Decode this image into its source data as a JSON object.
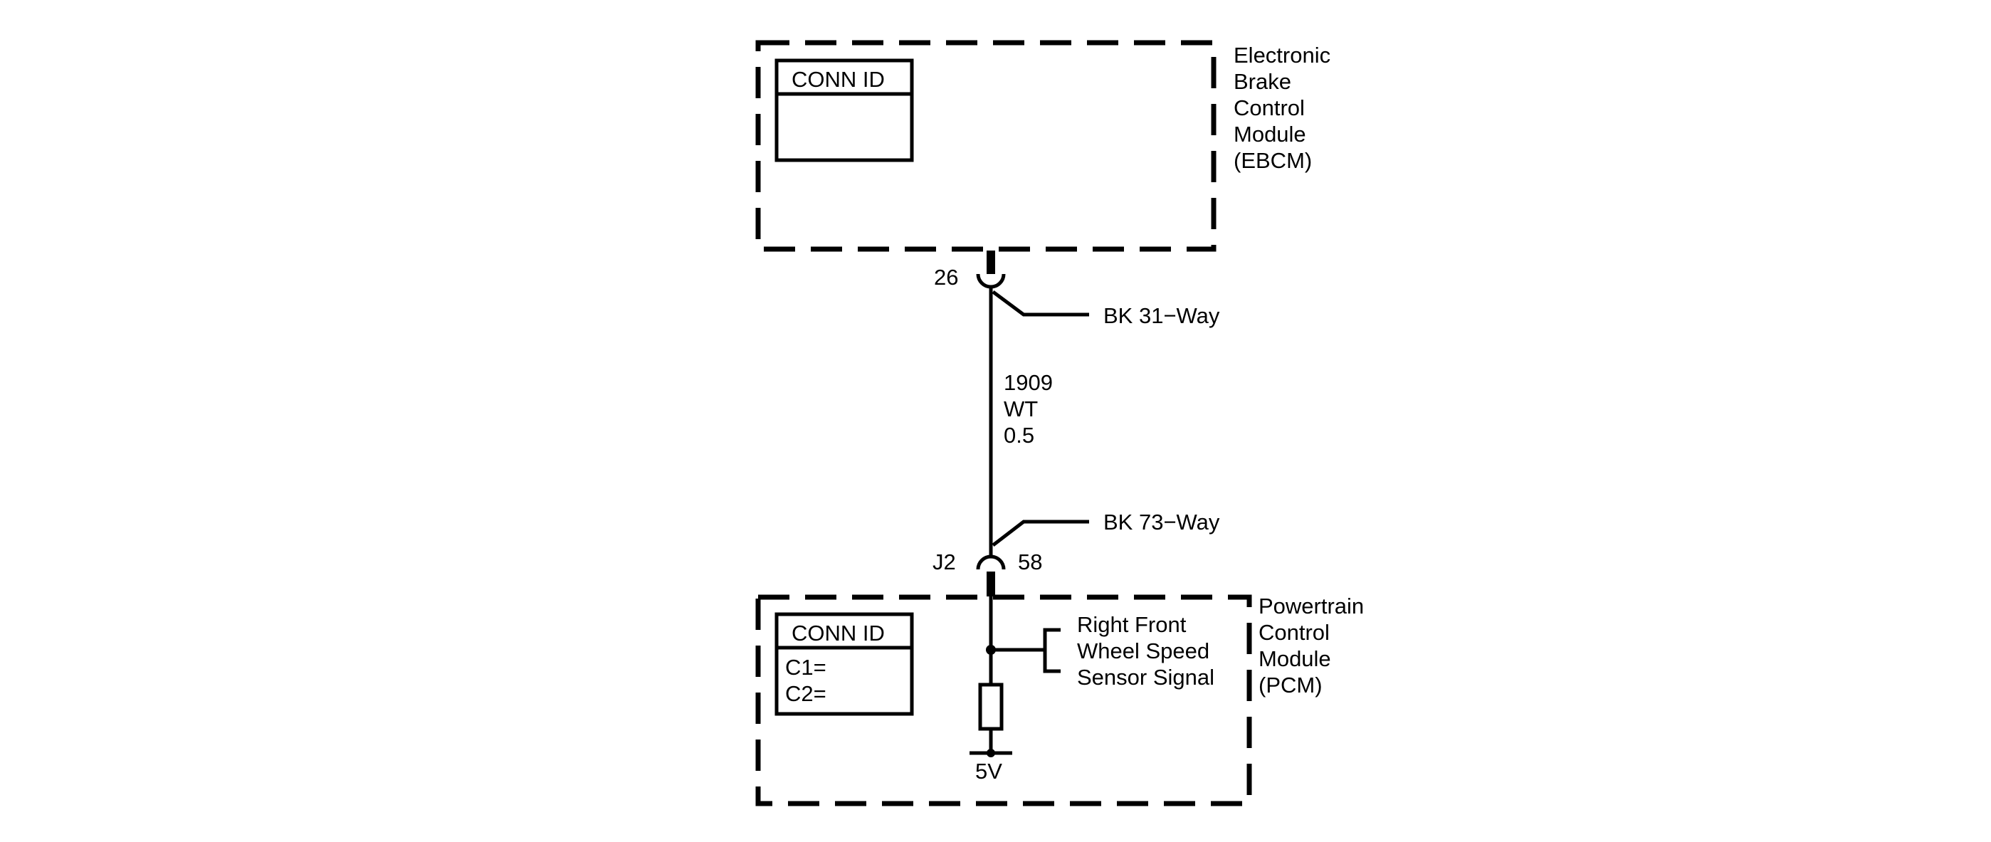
{
  "ebcm": {
    "name_lines": [
      "Electronic",
      "Brake",
      "Control",
      "Module",
      "(EBCM)"
    ],
    "conn_id_header": "CONN ID"
  },
  "connector_top": {
    "pin": "26",
    "label": "BK 31−Way"
  },
  "wire": {
    "circuit": "1909",
    "color": "WT",
    "gauge": "0.5"
  },
  "connector_bottom": {
    "id": "J2",
    "pin": "58",
    "label": "BK 73−Way"
  },
  "pcm": {
    "name_lines": [
      "Powertrain",
      "Control",
      "Module",
      "(PCM)"
    ],
    "conn_id_header": "CONN ID",
    "conn_id_rows": [
      "C1=",
      "C2="
    ],
    "signal_lines": [
      "Right Front",
      "Wheel Speed",
      "Sensor Signal"
    ],
    "supply": "5V"
  }
}
